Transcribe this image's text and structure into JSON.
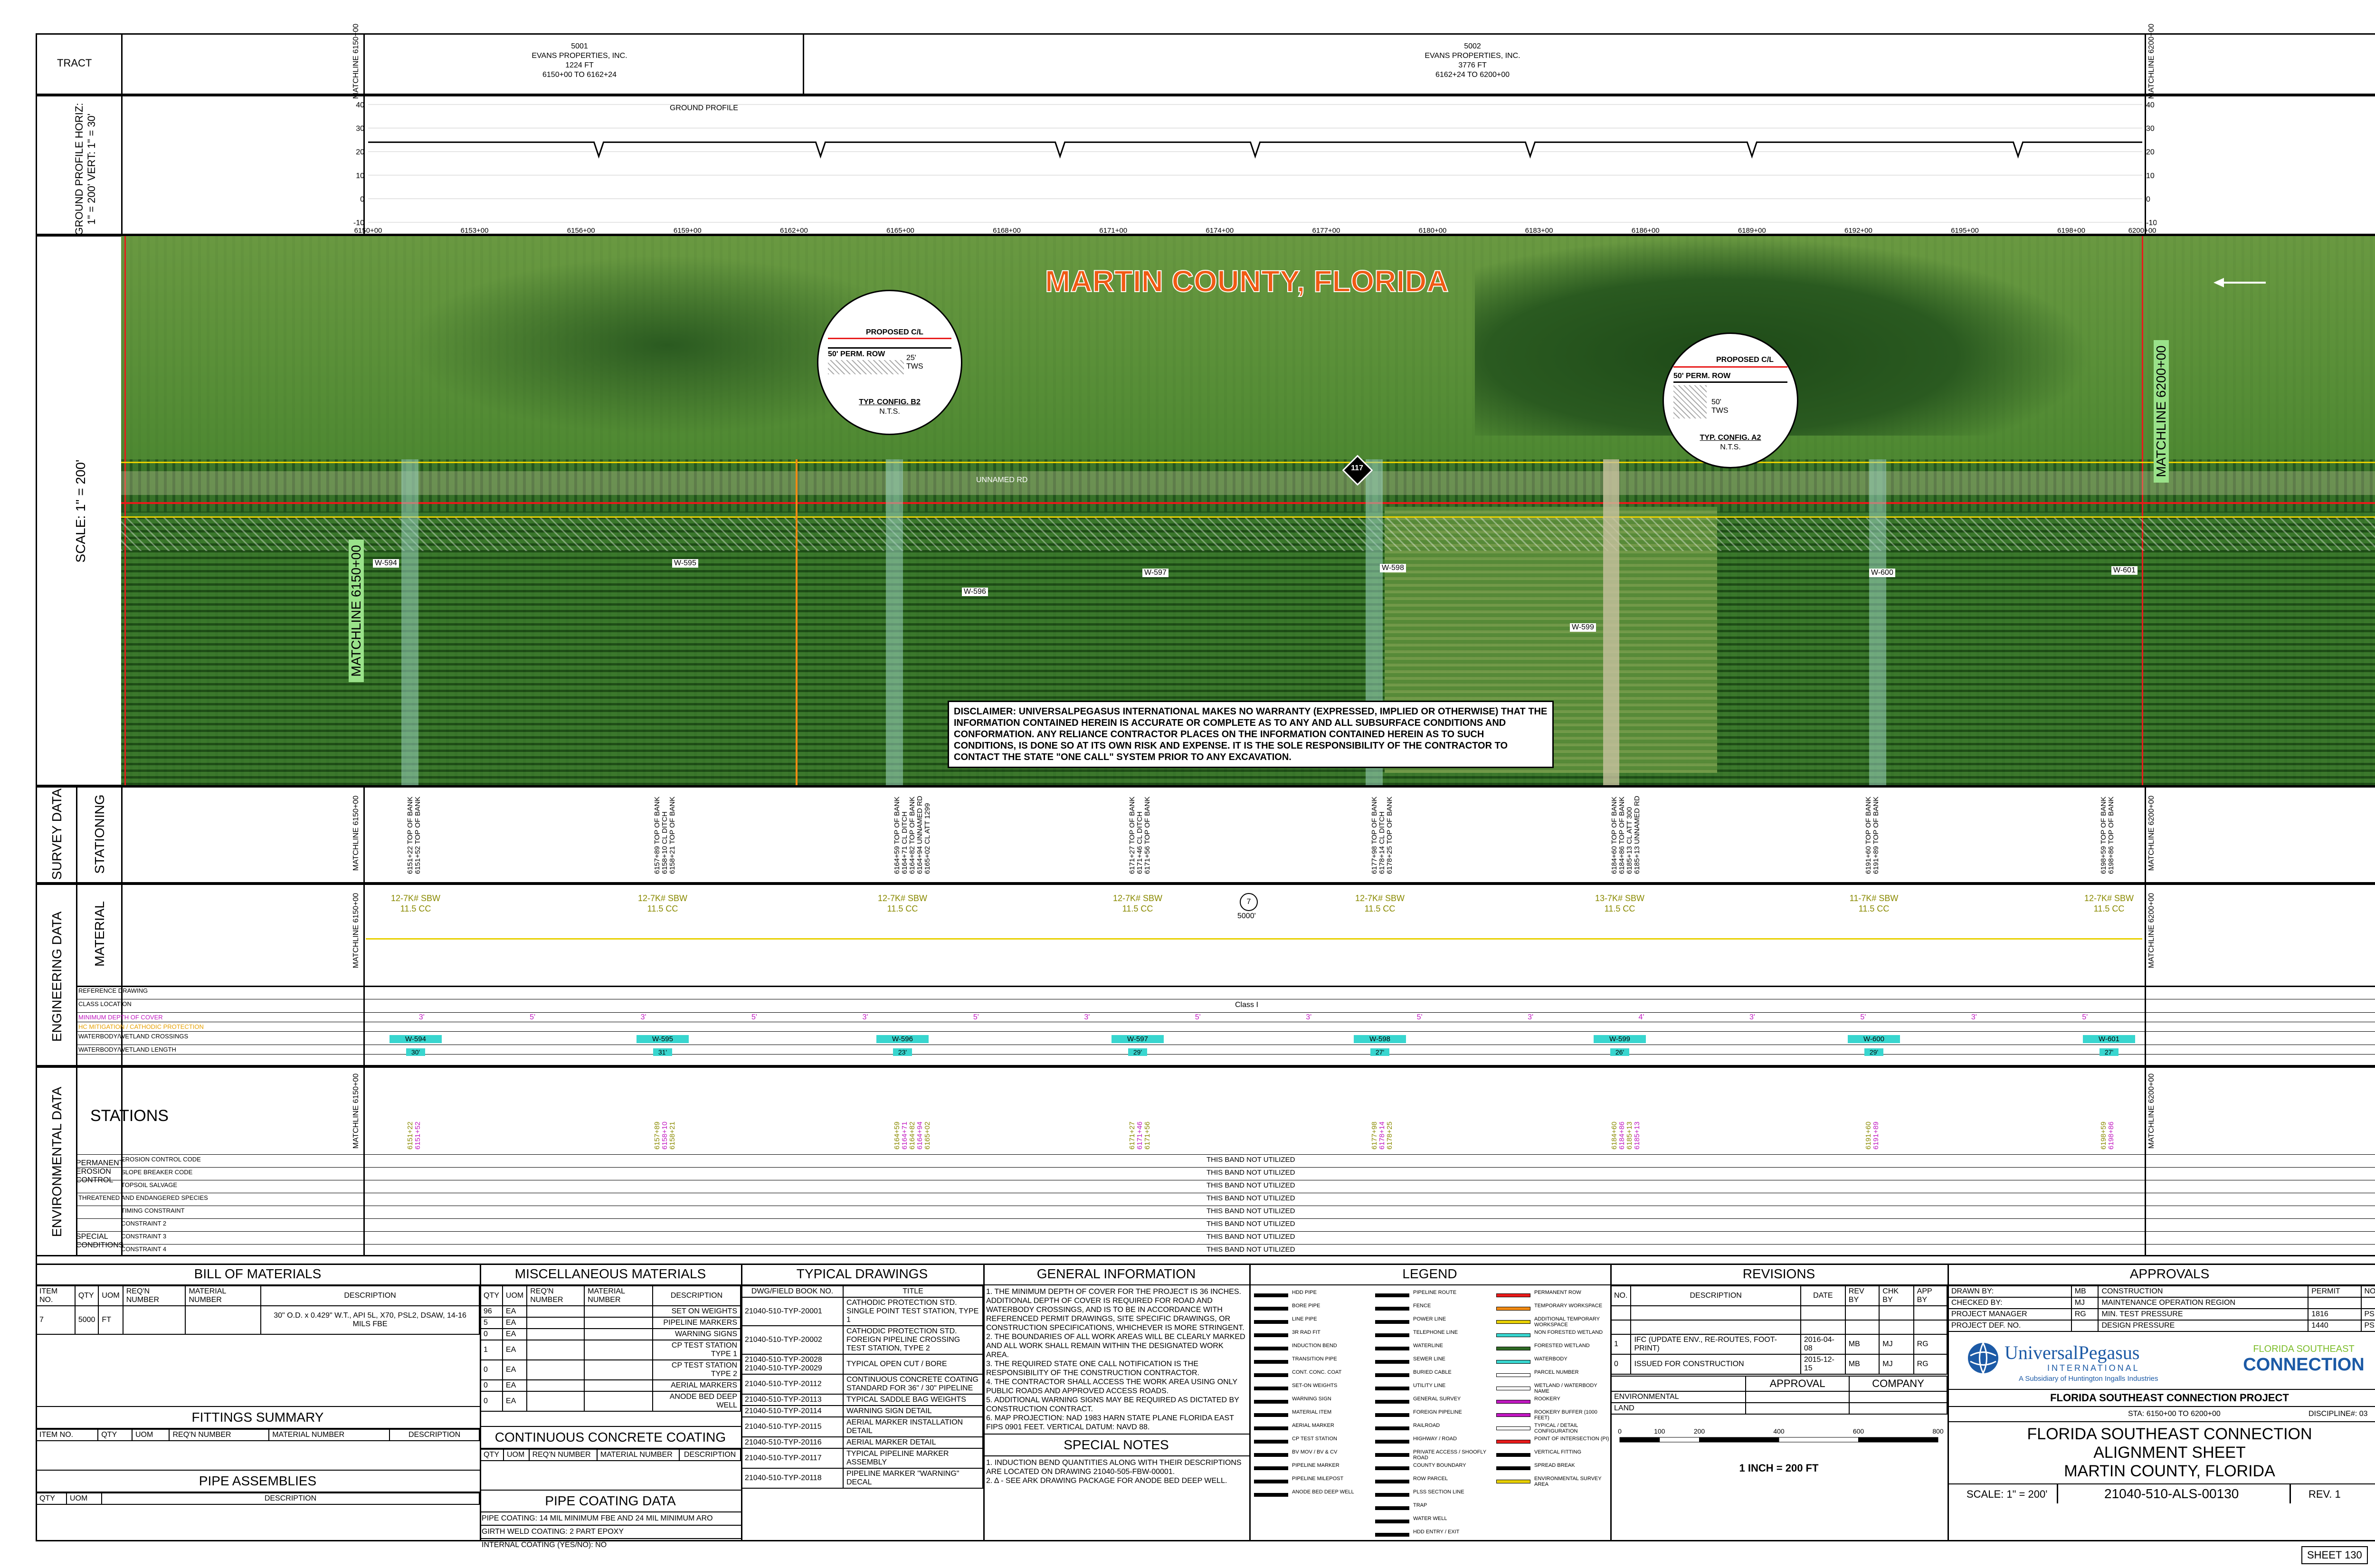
{
  "tract": {
    "label": "TRACT",
    "matchline_left": "MATCHLINE 6150+00",
    "matchline_right": "MATCHLINE 6200+00",
    "parcels": [
      {
        "id": "5001",
        "owner": "EVANS PROPERTIES, INC.",
        "length": "1224 FT",
        "range": "6150+00 TO 6162+24"
      },
      {
        "id": "5002",
        "owner": "EVANS PROPERTIES, INC.",
        "length": "3776 FT",
        "range": "6162+24 TO 6200+00"
      }
    ]
  },
  "profile": {
    "side_label": "GROUND PROFILE HORIZ: 1\" = 200' VERT: 1\" = 30'",
    "title": "GROUND PROFILE",
    "y_ticks": [
      "40",
      "30",
      "20",
      "10",
      "0",
      "-10"
    ],
    "stations": [
      "6150+00",
      "6153+00",
      "6156+00",
      "6159+00",
      "6162+00",
      "6165+00",
      "6168+00",
      "6171+00",
      "6174+00",
      "6177+00",
      "6180+00",
      "6183+00",
      "6186+00",
      "6189+00",
      "6192+00",
      "6195+00",
      "6198+00",
      "6200+00"
    ]
  },
  "aerial": {
    "scale_label": "SCALE: 1\" = 200'",
    "county_title": "MARTIN COUNTY, FLORIDA",
    "matchline_left": "MATCHLINE 6150+00",
    "matchline_right": "MATCHLINE 6200+00",
    "config_b2": {
      "title": "TYP. CONFIG. B2",
      "nts": "N.T.S.",
      "cl": "PROPOSED C/L",
      "row": "50' PERM. ROW",
      "a": "25'",
      "b": "TWS"
    },
    "config_a2": {
      "title": "TYP. CONFIG. A2",
      "nts": "N.T.S.",
      "cl": "PROPOSED C/L",
      "row": "50' PERM. ROW",
      "a": "50'",
      "b": "TWS"
    },
    "road_label": "UNNAMED RD",
    "marker": "117",
    "disclaimer": "DISCLAIMER: UNIVERSALPEGASUS INTERNATIONAL MAKES NO WARRANTY (EXPRESSED, IMPLIED OR OTHERWISE) THAT THE INFORMATION CONTAINED HEREIN IS ACCURATE OR COMPLETE AS TO ANY AND ALL SUBSURFACE CONDITIONS AND CONFORMATION. ANY RELIANCE CONTRACTOR PLACES ON THE INFORMATION CONTAINED HEREIN AS TO SUCH CONDITIONS, IS DONE SO AT ITS OWN RISK AND EXPENSE. IT IS THE SOLE RESPONSIBILITY OF THE CONTRACTOR TO CONTACT THE STATE \"ONE CALL\" SYSTEM PRIOR TO ANY EXCAVATION.",
    "wb_labels": [
      "W-594",
      "W-595",
      "W-596",
      "W-597",
      "W-598",
      "W-599",
      "W-600",
      "W-601"
    ]
  },
  "survey": {
    "side": "SURVEY DATA",
    "sub": "STATIONING",
    "matchline_left": "MATCHLINE 6150+00",
    "matchline_right": "MATCHLINE 6200+00",
    "groups": [
      [
        "6151+22 TOP OF BANK",
        "6151+52 TOP OF BANK"
      ],
      [
        "6157+89 TOP OF BANK",
        "6158+10 CL DITCH",
        "6158+21 TOP OF BANK"
      ],
      [
        "6164+59 TOP OF BANK",
        "6164+71 CL DITCH",
        "6164+82 TOP OF BANK",
        "6164+94 UNNAMED RD",
        "6165+02 CL ATT 1299"
      ],
      [
        "6171+27 TOP OF BANK",
        "6171+46 CL DITCH",
        "6171+56 TOP OF BANK"
      ],
      [
        "6177+98 TOP OF BANK",
        "6178+14 CL DITCH",
        "6178+25 TOP OF BANK"
      ],
      [
        "6184+60 TOP OF BANK",
        "6184+86 TOP OF BANK",
        "6185+13 CL ATT 300",
        "6185+13 UNNAMED RD"
      ],
      [
        "6191+60 TOP OF BANK",
        "6191+89 TOP OF BANK"
      ],
      [
        "6198+59 TOP OF BANK",
        "6198+86 TOP OF BANK"
      ]
    ]
  },
  "engineering": {
    "side": "ENGINEERING DATA",
    "sub": "MATERIAL",
    "matchline_left": "MATCHLINE 6150+00",
    "matchline_right": "MATCHLINE 6200+00",
    "sbw": [
      {
        "a": "12-7K# SBW",
        "b": "11.5 CC"
      },
      {
        "a": "12-7K# SBW",
        "b": "11.5 CC"
      },
      {
        "a": "12-7K# SBW",
        "b": "11.5 CC"
      },
      {
        "a": "12-7K# SBW",
        "b": "11.5 CC"
      },
      {
        "a": "12-7K# SBW",
        "b": "11.5 CC"
      },
      {
        "a": "13-7K# SBW",
        "b": "11.5 CC"
      },
      {
        "a": "11-7K# SBW",
        "b": "11.5 CC"
      },
      {
        "a": "12-7K# SBW",
        "b": "11.5 CC"
      }
    ],
    "pipe_length": "5000'",
    "pipe_item": "7",
    "rows": [
      "REFERENCE DRAWING",
      "CLASS LOCATION",
      "MINIMUM DEPTH OF COVER",
      "HC MITIGATION / CATHODIC PROTECTION",
      "WATERBODY/WETLAND CROSSINGS",
      "WATERBODY/WETLAND LENGTH"
    ],
    "class_value": "Class I",
    "cover": [
      "3'",
      "5'",
      "3'",
      "5'",
      "3'",
      "5'",
      "3'",
      "5'",
      "3'",
      "5'",
      "3'",
      "4'",
      "3'",
      "5'",
      "3'",
      "5'"
    ],
    "wb": [
      {
        "id": "W-594",
        "len": "30'"
      },
      {
        "id": "W-595",
        "len": "31'"
      },
      {
        "id": "W-596",
        "len": "23'"
      },
      {
        "id": "W-597",
        "len": "29'"
      },
      {
        "id": "W-598",
        "len": "27'"
      },
      {
        "id": "W-599",
        "len": "26'"
      },
      {
        "id": "W-600",
        "len": "29'"
      },
      {
        "id": "W-601",
        "len": "27'"
      }
    ]
  },
  "environmental": {
    "side": "ENVIRONMENTAL DATA",
    "stations": "STATIONS",
    "matchline_left": "MATCHLINE 6150+00",
    "matchline_right": "MATCHLINE 6200+00",
    "perm": "PERMANENT EROSION CONTROL",
    "special": "SPECIAL CONDITIONS",
    "rows": [
      "EROSION CONTROL CODE",
      "SLOPE BREAKER CODE",
      "TOPSOIL SALVAGE",
      "THREATENED AND ENDANGERED SPECIES",
      "TIMING CONSTRAINT",
      "CONSTRAINT 2",
      "CONSTRAINT 3",
      "CONSTRAINT 4"
    ],
    "not_utilized": "THIS BAND NOT UTILIZED"
  },
  "bom": {
    "title": "BILL OF MATERIALS",
    "headers": [
      "ITEM NO.",
      "QTY",
      "UOM",
      "REQ'N NUMBER",
      "MATERIAL NUMBER",
      "DESCRIPTION"
    ],
    "rows": [
      [
        "7",
        "5000",
        "FT",
        "",
        "",
        "30\" O.D. x 0.429\" W.T., API 5L, X70, PSL2, DSAW, 14-16 MILS FBE"
      ]
    ],
    "fittings_title": "FITTINGS SUMMARY",
    "assemblies_title": "PIPE ASSEMBLIES",
    "assembly_headers": [
      "QTY",
      "UOM",
      "DESCRIPTION"
    ]
  },
  "misc": {
    "title": "MISCELLANEOUS MATERIALS",
    "headers": [
      "QTY",
      "UOM",
      "REQ'N NUMBER",
      "MATERIAL NUMBER",
      "DESCRIPTION"
    ],
    "rows": [
      [
        "96",
        "EA",
        "",
        "",
        "SET ON WEIGHTS"
      ],
      [
        "5",
        "EA",
        "",
        "",
        "PIPELINE MARKERS"
      ],
      [
        "0",
        "EA",
        "",
        "",
        "WARNING SIGNS"
      ],
      [
        "1",
        "EA",
        "",
        "",
        "CP TEST STATION TYPE 1"
      ],
      [
        "0",
        "EA",
        "",
        "",
        "CP TEST STATION TYPE 2"
      ],
      [
        "0",
        "EA",
        "",
        "",
        "AERIAL MARKERS"
      ],
      [
        "0",
        "EA",
        "",
        "",
        "ANODE BED DEEP WELL"
      ]
    ],
    "concrete_title": "CONTINUOUS CONCRETE COATING",
    "coating_title": "PIPE COATING DATA",
    "coating": [
      "PIPE COATING: 14 MIL MINIMUM FBE AND 24 MIL MINIMUM ARO",
      "GIRTH WELD COATING: 2 PART EPOXY",
      "INTERNAL COATING (YES/NO): NO"
    ]
  },
  "typical": {
    "title": "TYPICAL DRAWINGS",
    "headers": [
      "DWG/FIELD BOOK NO.",
      "TITLE"
    ],
    "rows": [
      [
        "21040-510-TYP-20001",
        "CATHODIC PROTECTION STD. SINGLE POINT TEST STATION, TYPE 1"
      ],
      [
        "21040-510-TYP-20002",
        "CATHODIC PROTECTION STD. FOREIGN PIPELINE CROSSING TEST STATION, TYPE 2"
      ],
      [
        "21040-510-TYP-20028 21040-510-TYP-20029",
        "TYPICAL OPEN CUT / BORE"
      ],
      [
        "21040-510-TYP-20112",
        "CONTINUOUS CONCRETE COATING STANDARD FOR 36\" / 30\" PIPELINE"
      ],
      [
        "21040-510-TYP-20113",
        "TYPICAL SADDLE BAG WEIGHTS"
      ],
      [
        "21040-510-TYP-20114",
        "WARNING SIGN DETAIL"
      ],
      [
        "21040-510-TYP-20115",
        "AERIAL MARKER INSTALLATION DETAIL"
      ],
      [
        "21040-510-TYP-20116",
        "AERIAL MARKER DETAIL"
      ],
      [
        "21040-510-TYP-20117",
        "TYPICAL PIPELINE MARKER ASSEMBLY"
      ],
      [
        "21040-510-TYP-20118",
        "PIPELINE MARKER \"WARNING\" DECAL"
      ]
    ]
  },
  "general": {
    "title": "GENERAL INFORMATION",
    "notes": [
      "1. THE MINIMUM DEPTH OF COVER FOR THE PROJECT IS 36 INCHES. ADDITIONAL DEPTH OF COVER IS REQUIRED FOR ROAD AND WATERBODY CROSSINGS, AND IS TO BE IN ACCORDANCE WITH REFERENCED PERMIT DRAWINGS, SITE SPECIFIC DRAWINGS, OR CONSTRUCTION SPECIFICATIONS, WHICHEVER IS MORE STRINGENT.",
      "2. THE BOUNDARIES OF ALL WORK AREAS WILL BE CLEARLY MARKED AND ALL WORK SHALL REMAIN WITHIN THE DESIGNATED WORK AREA.",
      "3. THE REQUIRED STATE ONE CALL NOTIFICATION IS THE RESPONSIBILITY OF THE CONSTRUCTION CONTRACTOR.",
      "4. THE CONTRACTOR SHALL ACCESS THE WORK AREA USING ONLY PUBLIC ROADS AND APPROVED ACCESS ROADS.",
      "5. ADDITIONAL WARNING SIGNS MAY BE REQUIRED AS DICTATED BY CONSTRUCTION CONTRACT.",
      "6. MAP PROJECTION: NAD 1983 HARN STATE PLANE FLORIDA EAST FIPS 0901 FEET. VERTICAL DATUM: NAVD 88."
    ],
    "special_title": "SPECIAL NOTES",
    "special": [
      "1. INDUCTION BEND QUANTITIES ALONG WITH THEIR DESCRIPTIONS ARE LOCATED ON DRAWING 21040-505-FBW-00001.",
      "2. Δ - SEE ARK DRAWING PACKAGE FOR ANODE BED DEEP WELL."
    ]
  },
  "legend": {
    "title": "LEGEND",
    "col1": [
      "HDD PIPE",
      "BORE PIPE",
      "LINE PIPE",
      "3R RAD FIT",
      "INDUCTION BEND",
      "TRANSITION PIPE",
      "CONT. CONC. COAT",
      "SET-ON WEIGHTS",
      "WARNING SIGN",
      "MATERIAL ITEM",
      "AERIAL MARKER",
      "CP TEST STATION",
      "BV MOV / BV & CV",
      "PIPELINE MARKER",
      "PIPELINE MILEPOST",
      "ANODE BED DEEP WELL"
    ],
    "col2": [
      "PIPELINE ROUTE",
      "FENCE",
      "POWER LINE",
      "TELEPHONE LINE",
      "WATERLINE",
      "SEWER LINE",
      "BURIED CABLE",
      "UTILITY LINE",
      "GENERAL SURVEY",
      "FOREIGN PIPELINE",
      "RAILROAD",
      "HIGHWAY / ROAD",
      "PRIVATE ACCESS / SHOOFLY ROAD",
      "COUNTY BOUNDARY",
      "ROW PARCEL",
      "PLSS SECTION LINE",
      "TRAP",
      "WATER WELL",
      "HDD ENTRY / EXIT"
    ],
    "col3": [
      "PERMANENT ROW",
      "TEMPORARY WORKSPACE",
      "ADDITIONAL TEMPORARY WORKSPACE",
      "NON FORESTED WETLAND",
      "FORESTED WETLAND",
      "WATERBODY",
      "PARCEL NUMBER",
      "WETLAND / WATERBODY NAME",
      "ROOKERY",
      "ROOKERY BUFFER (1000 FEET)",
      "TYPICAL / DETAIL CONFIGURATION",
      "POINT OF INTERSECTION (PI)",
      "VERTICAL FITTING",
      "SPREAD BREAK",
      "ENVIRONMENTAL SURVEY AREA"
    ]
  },
  "revisions": {
    "title": "REVISIONS",
    "headers": [
      "NO.",
      "DESCRIPTION",
      "DATE",
      "REV BY",
      "CHK BY",
      "APP BY"
    ],
    "rows": [
      [
        "1",
        "IFC (UPDATE ENV., RE-ROUTES, FOOT-PRINT)",
        "2016-04-08",
        "MB",
        "MJ",
        "RG"
      ],
      [
        "0",
        "ISSUED FOR CONSTRUCTION",
        "2015-12-15",
        "MB",
        "MJ",
        "RG"
      ]
    ],
    "approval": "APPROVAL",
    "company": "COMPANY",
    "approval_rows": [
      "ENVIRONMENTAL",
      "LAND"
    ],
    "scale_ticks": [
      "0",
      "100",
      "200",
      "400",
      "600",
      "800"
    ],
    "scale_text": "1 INCH = 200 FT"
  },
  "approvals": {
    "title": "APPROVALS",
    "left": [
      [
        "DRAWN BY:",
        "MB"
      ],
      [
        "CHECKED BY:",
        "MJ"
      ],
      [
        "PROJECT MANAGER",
        "RG"
      ],
      [
        "PROJECT DEF. NO.",
        ""
      ]
    ],
    "right": [
      [
        "CONSTRUCTION",
        "PERMIT",
        "NO."
      ],
      [
        "MAINTENANCE OPERATION REGION",
        "",
        ""
      ],
      [
        "MIN. TEST PRESSURE",
        "1816",
        "PSI"
      ],
      [
        "DESIGN PRESSURE",
        "1440",
        "PSI"
      ]
    ],
    "company_name": "UniversalPegasus",
    "company_sub": "INTERNATIONAL",
    "company_tag": "A Subsidiary of Huntington Ingalls Industries",
    "fsc_top": "FLORIDA SOUTHEAST",
    "fsc_bottom": "CONNECTION",
    "project": "FLORIDA SOUTHEAST CONNECTION PROJECT",
    "sta": "STA: 6150+00 TO 6200+00",
    "discipline": "DISCIPLINE#: 03",
    "title1": "FLORIDA SOUTHEAST CONNECTION",
    "title2": "ALIGNMENT SHEET",
    "title3": "MARTIN COUNTY, FLORIDA",
    "scale": "SCALE: 1\" = 200'",
    "dwg": "21040-510-ALS-00130",
    "rev": "REV. 1",
    "sheet": "SHEET 130"
  },
  "colors": {
    "aerial_bg": "#3d7a2a",
    "orange_title": "#f05a14",
    "row_red": "#e81b1b",
    "row_yellow": "#e8d000",
    "cyan": "#38d6cf",
    "olive": "#8a8a00",
    "magenta": "#c018c0",
    "fsc_green": "#7cbd2a",
    "up_blue": "#1c5aa6"
  }
}
